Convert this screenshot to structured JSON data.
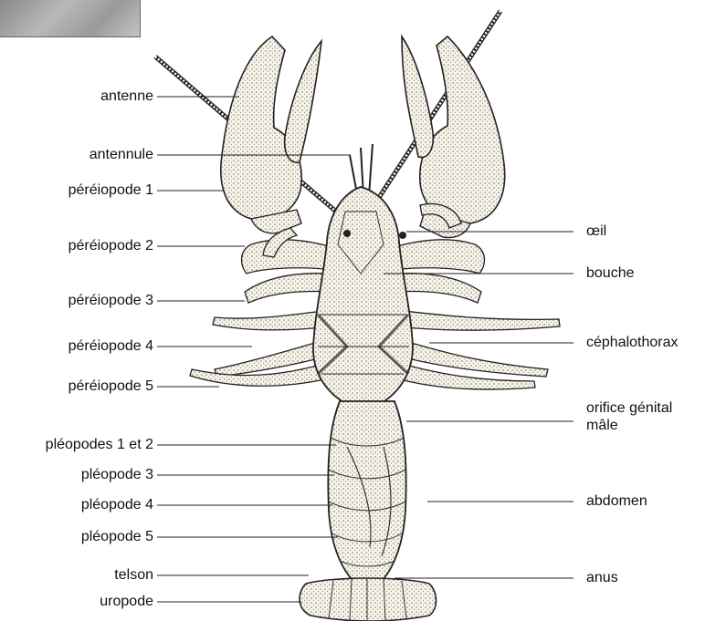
{
  "labels_left": [
    {
      "id": "antenne",
      "text": "antenne"
    },
    {
      "id": "antennule",
      "text": "antennule"
    },
    {
      "id": "pereiopode-1",
      "text": "péréiopode 1"
    },
    {
      "id": "pereiopode-2",
      "text": "péréiopode 2"
    },
    {
      "id": "pereiopode-3",
      "text": "péréiopode 3"
    },
    {
      "id": "pereiopode-4",
      "text": "péréiopode 4"
    },
    {
      "id": "pereiopode-5",
      "text": "péréiopode 5"
    },
    {
      "id": "pleopodes-1-2",
      "text": "pléopodes 1 et 2"
    },
    {
      "id": "pleopode-3",
      "text": "pléopode 3"
    },
    {
      "id": "pleopode-4",
      "text": "pléopode 4"
    },
    {
      "id": "pleopode-5",
      "text": "pléopode 5"
    },
    {
      "id": "telson",
      "text": "telson"
    },
    {
      "id": "uropode",
      "text": "uropode"
    }
  ],
  "labels_right": [
    {
      "id": "oeil",
      "text": "œil"
    },
    {
      "id": "bouche",
      "text": "bouche"
    },
    {
      "id": "cephalothorax",
      "text": "céphalothorax"
    },
    {
      "id": "orifice-genital",
      "text": "orifice génital",
      "text2": "mâle"
    },
    {
      "id": "abdomen",
      "text": "abdomen"
    },
    {
      "id": "anus",
      "text": "anus"
    }
  ]
}
